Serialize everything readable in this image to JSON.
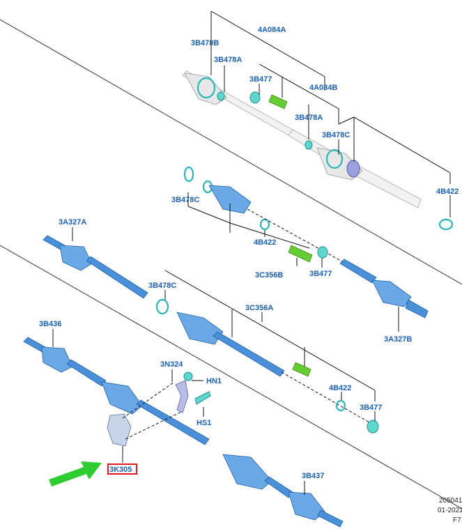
{
  "callouts": {
    "c_4A084A": "4A084A",
    "c_3B478B_top": "3B478B",
    "c_3B478A_top": "3B478A",
    "c_3B477_top": "3B477",
    "c_4A084B": "4A084B",
    "c_3B478A_mid": "3B478A",
    "c_3B478C_top": "3B478C",
    "c_4B422_right": "4B422",
    "c_3B478C_mid": "3B478C",
    "c_3A327A": "3A327A",
    "c_4B422_mid": "4B422",
    "c_3C356B": "3C356B",
    "c_3B477_mid": "3B477",
    "c_3B478C_low": "3B478C",
    "c_3C356A": "3C356A",
    "c_3B436": "3B436",
    "c_3A327B": "3A327B",
    "c_3N324": "3N324",
    "c_HN1": "HN1",
    "c_HS1": "HS1",
    "c_4B422_low": "4B422",
    "c_3B477_low": "3B477",
    "c_3K305": "3K305",
    "c_3B437": "3B437"
  },
  "reference": {
    "line1": "205041",
    "line2": "01-2021",
    "line3": "F7"
  },
  "colors": {
    "label_blue": "#1a5fb4",
    "shaft_blue": "#4a90d9",
    "clip_teal": "#29b6b6",
    "grease_green": "#66cc33",
    "highlight_red": "#e01b24",
    "arrow_green": "#2ecc2e"
  }
}
